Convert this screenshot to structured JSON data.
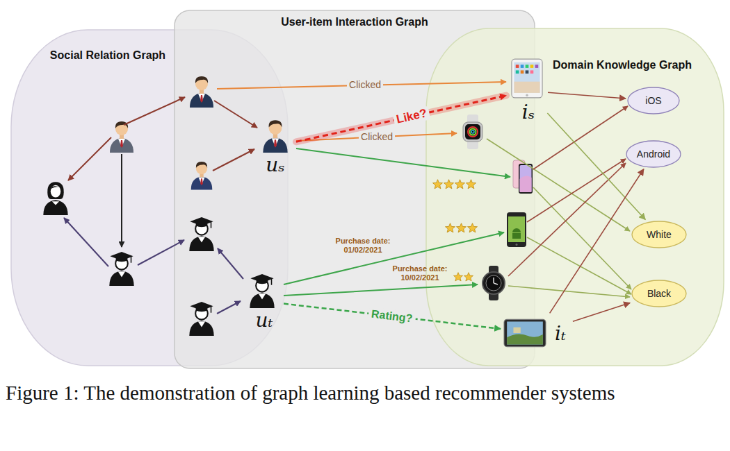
{
  "diagram": {
    "caption": "Figure 1: The demonstration of graph learning based recommender systems",
    "nodes": [
      {
        "text": [
          "Social Relation Graph"
        ]
      },
      {
        "text": [
          "User-item Interaction Graph"
        ]
      },
      {
        "text": [
          "Domain Knowledge Graph"
        ]
      },
      {
        "text": [
          "uₛ"
        ],
        "in": 1
      },
      {
        "text": [
          "uₜ"
        ],
        "in": 1
      },
      {
        "text": [
          "iₛ"
        ],
        "in": 2
      },
      {
        "text": [
          "iₜ"
        ],
        "in": 2
      },
      {
        "text": [
          "iOS"
        ],
        "in": 2
      },
      {
        "text": [
          "Android"
        ],
        "in": 2
      },
      {
        "text": [
          "White"
        ],
        "in": 2
      },
      {
        "text": [
          "Black"
        ],
        "in": 2
      }
    ],
    "edges": [
      {
        "from": 3,
        "to": 5,
        "label": "Like?",
        "arrow": "to"
      },
      {
        "from": 4,
        "to": 6,
        "label": "Rating?",
        "arrow": "to"
      },
      {
        "from": 5,
        "to": 7,
        "arrow": "to"
      },
      {
        "from": 5,
        "to": 9,
        "arrow": "to"
      },
      {
        "from": 6,
        "to": 8,
        "arrow": "to"
      },
      {
        "from": 6,
        "to": 10,
        "arrow": "to"
      }
    ],
    "labels": [
      "Clicked",
      "Clicked",
      "Purchase date: 01/02/2021",
      "Purchase date: 10/02/2021"
    ]
  }
}
